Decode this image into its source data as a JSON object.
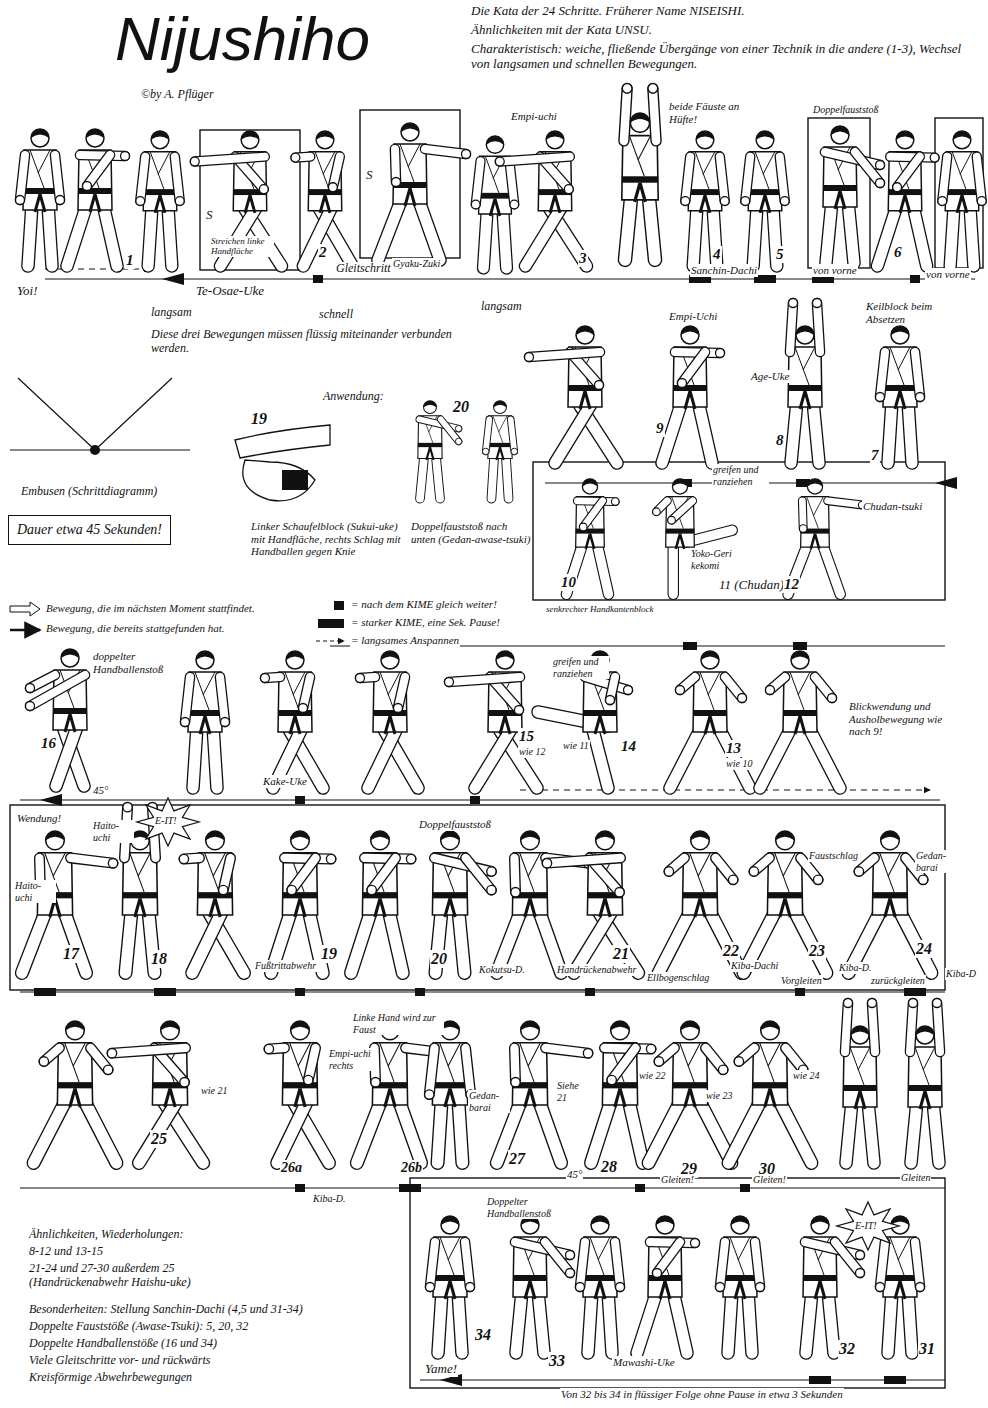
{
  "diagram": {
    "title": "Nijushiho",
    "nodes": [
      {
        "text": [
          "Dauer etwa 45 Sekunden!"
        ]
      }
    ],
    "labels": [
      "©by A. Pflüger",
      "Die Kata der 24 Schritte. Früherer Name NISEISHI.",
      "Ähnlichkeiten mit der Kata UNSU.",
      "Charakteristisch: weiche, fließende Übergänge von einer Technik in die andere (1-3), Wechsel von langsamen und schnellen Bewegungen.",
      "Empi-uchi",
      "beide Fäuste an Hüfte!",
      "Doppelfauststoß",
      "S",
      "S",
      "Streichen linke Handfläche",
      "1",
      "2",
      "Gyaku-Zuki",
      "Gleitschritt",
      "3",
      "4",
      "5",
      "Sanchin-Dachi",
      "von vorne",
      "6",
      "von vorne",
      "Yoi!",
      "Te-Osae-Uke",
      "langsam",
      "schnell",
      "langsam",
      "Diese drei Bewegungen müssen flüssig miteinander verbunden werden.",
      "Empi-Uchi",
      "Age-Uke",
      "Keilblock beim Absetzen",
      "9",
      "8",
      "7",
      "Anwendung:",
      "19",
      "20",
      "Embusen (Schrittdiagramm)",
      "Linker Schaufelblock (Sukui-uke) mit Handfläche, rechts Schlag mit Handballen gegen Knie",
      "Doppelfauststoß nach unten (Gedan-awase-tsuki)",
      "greifen und ranziehen",
      "Yoko-Geri kekomi",
      "11 (Chudan)",
      "10",
      "12",
      "Chudan-tsuki",
      "senkrechter Handkantenblock",
      "doppelter Handballenstoß",
      "16",
      "45°",
      "Kake-Uke",
      "15",
      "wie 12",
      "greifen und ranziehen",
      "wie 11",
      "14",
      "13",
      "wie 10",
      "Blickwendung und Ausholbewegung wie nach 9!",
      "Wendung!",
      "Haito-uchi",
      "Haito-uchi",
      "E-IT!",
      "17",
      "18",
      "Doppelfauststoß",
      "Fußtrittabwehr",
      "19",
      "20",
      "Kokutsu-D.",
      "Handrückenabwehr",
      "21",
      "Faustschlag",
      "Gedan-barai",
      "22",
      "23",
      "24",
      "Ellbogenschlag",
      "Kiba-Dachi",
      "Vorgleiten",
      "Kiba-D.",
      "zurückgleiten",
      "Kiba-D",
      "wie 21",
      "25",
      "Empi-uchi rechts",
      "26a",
      "Linke Hand wird zur Faust",
      "Gedan-barai",
      "26b",
      "Siehe 21",
      "27",
      "45°",
      "wie 22",
      "28",
      "wie 23",
      "29",
      "wie 24",
      "30",
      "Gleiten!",
      "Gleiten!",
      "Gleiten",
      "Kiba-D.",
      "Ähnlichkeiten, Wiederholungen:",
      "8-12 und 13-15",
      "21-24 und 27-30 außerdem 25 (Handrückenabwehr Haishu-uke)",
      "Besonderheiten: Stellung Sanchin-Dachi (4,5 und 31-34)",
      "Doppelte Fauststöße (Awase-Tsuki): 5, 20, 32",
      "Doppelte Handballenstöße (16 und 34)",
      "Viele Gleitschritte vor- und rückwärts",
      "Kreisförmige Abwehrbewegungen",
      "Doppelter Handballenstoß",
      "34",
      "33",
      "Mawashi-Uke",
      "32",
      "31",
      "E-IT!",
      "Yame!",
      "Von 32 bis 34 in flüssiger Folge ohne Pause in etwa 3 Sekunden"
    ],
    "legend": [
      {
        "text": "Bewegung, die im nächsten Moment stattfindet."
      },
      {
        "text": "Bewegung, die bereits stattgefunden hat."
      },
      {
        "text": "= nach dem KIME gleich weiter!"
      },
      {
        "text": "= starker KIME, eine Sek. Pause!"
      },
      {
        "text": "= langsames Anspannen"
      }
    ]
  }
}
